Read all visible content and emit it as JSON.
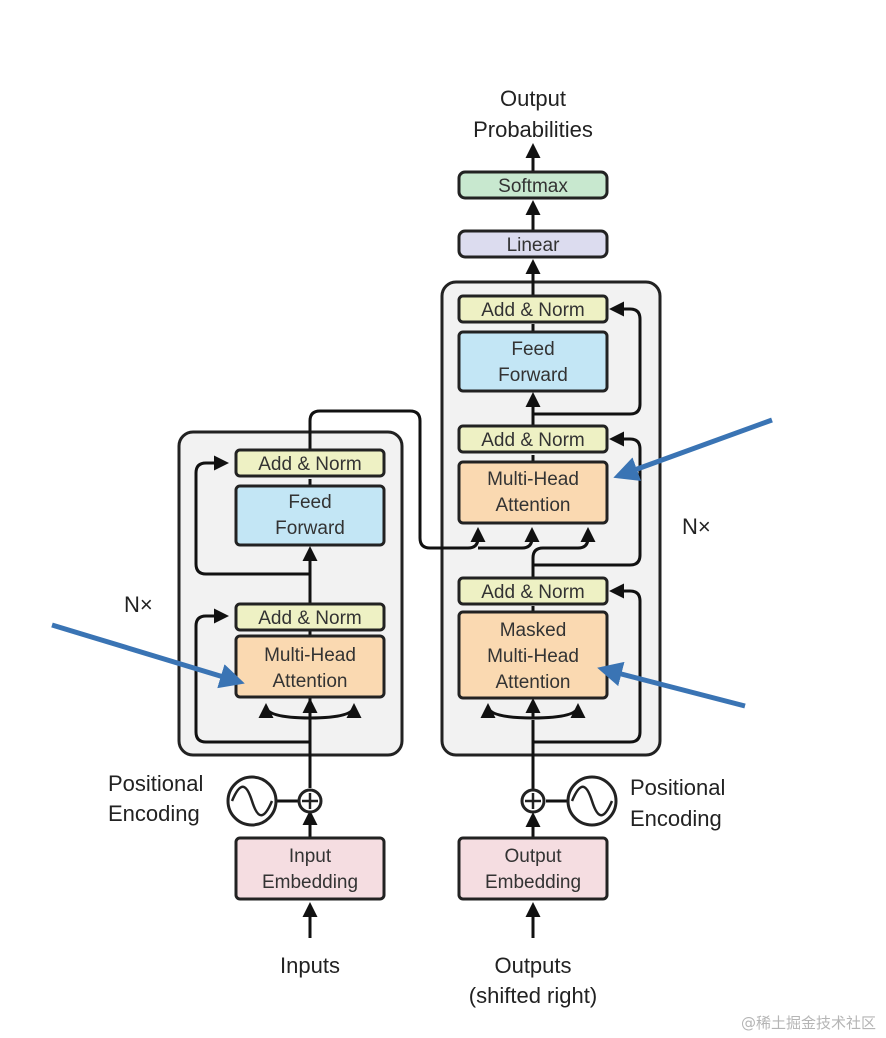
{
  "colors": {
    "add_norm": "#eef1c4",
    "feed_forward": "#c3e6f5",
    "attention": "#fad9b1",
    "embedding": "#f5dde1",
    "linear": "#dcdcef",
    "softmax": "#c8e8cf",
    "stack_bg": "#f2f2f2",
    "annotation_arrow": "#3a74b4"
  },
  "encoder": {
    "add_norm_top": "Add & Norm",
    "feed_forward": [
      "Feed",
      "Forward"
    ],
    "add_norm_bottom": "Add & Norm",
    "attention": [
      "Multi-Head",
      "Attention"
    ],
    "repeat": "N×",
    "positional_encoding": [
      "Positional",
      "Encoding"
    ],
    "embedding": [
      "Input",
      "Embedding"
    ],
    "input_label": "Inputs"
  },
  "decoder": {
    "add_norm_top": "Add & Norm",
    "feed_forward": [
      "Feed",
      "Forward"
    ],
    "add_norm_mid": "Add & Norm",
    "attention": [
      "Multi-Head",
      "Attention"
    ],
    "add_norm_bottom": "Add & Norm",
    "masked_attention": [
      "Masked",
      "Multi-Head",
      "Attention"
    ],
    "repeat": "N×",
    "positional_encoding": [
      "Positional",
      "Encoding"
    ],
    "embedding": [
      "Output",
      "Embedding"
    ],
    "input_label": [
      "Outputs",
      "(shifted right)"
    ]
  },
  "head": {
    "linear": "Linear",
    "softmax": "Softmax",
    "output": [
      "Output",
      "Probabilities"
    ]
  },
  "watermark": "@稀土掘金技术社区",
  "icons": [
    "sine-wave-icon",
    "plus-circle-icon",
    "arrow-icon"
  ]
}
